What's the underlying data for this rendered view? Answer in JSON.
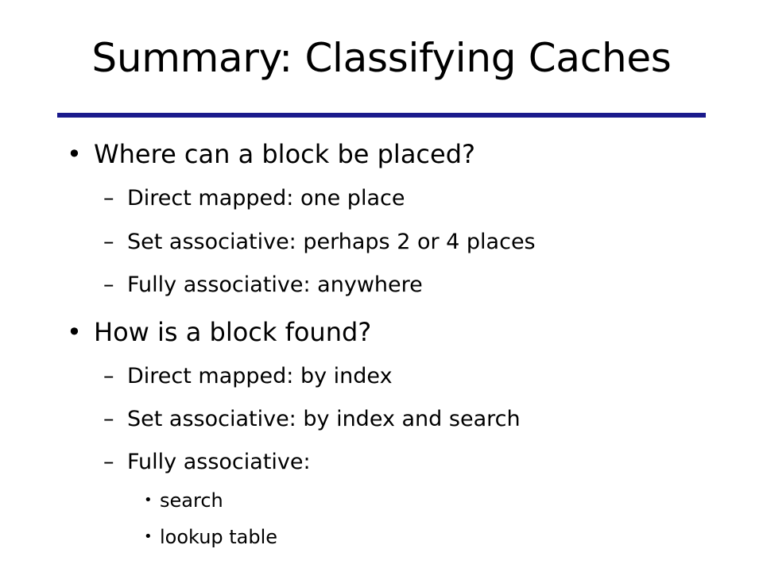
{
  "slide": {
    "title": "Summary: Classifying Caches",
    "accent_color": "#1a1a8c",
    "bullet_glyph": "•",
    "dash_glyph": "–",
    "sections": [
      {
        "heading": "Where can a block be placed?",
        "items": [
          {
            "text": "Direct mapped: one place"
          },
          {
            "text": "Set associative: perhaps 2 or 4 places"
          },
          {
            "text": "Fully associative: anywhere"
          }
        ]
      },
      {
        "heading": "How is a block found?",
        "items": [
          {
            "text": "Direct mapped: by index"
          },
          {
            "text": "Set associative: by index and search"
          },
          {
            "text": "Fully associative:",
            "sub_items": [
              "search",
              "lookup table"
            ]
          }
        ]
      }
    ]
  }
}
